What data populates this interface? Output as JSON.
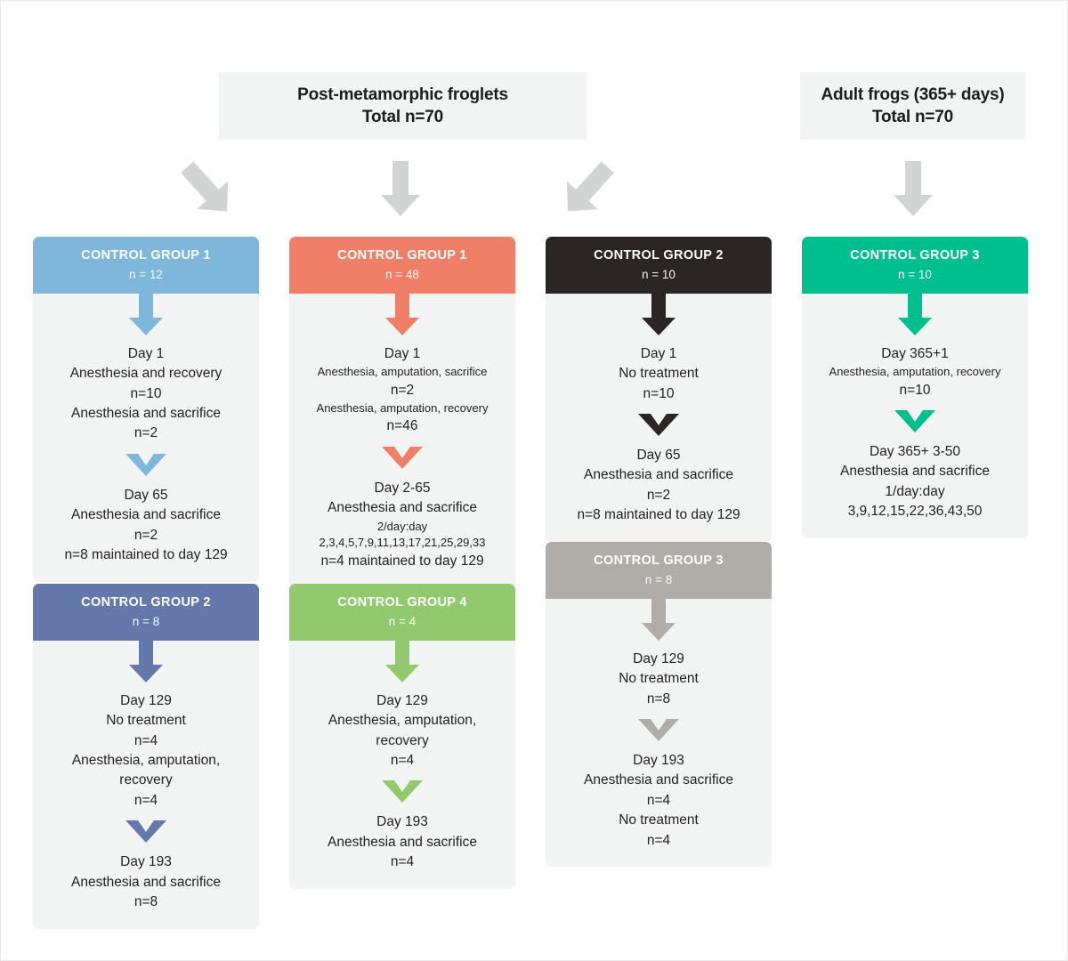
{
  "colors": {
    "page_bg": "#ffffff",
    "card_bg": "#f1f4f3",
    "text": "#231f20",
    "top_arrow": "#d2d4d3",
    "blue": "#7fb6dc",
    "salmon": "#ef7f67",
    "dark": "#2b2526",
    "teal": "#00bf8f",
    "purple": "#6578ac",
    "green": "#93c96e",
    "gray": "#b0aca7"
  },
  "banners": {
    "froglets": {
      "line1": "Post-metamorphic froglets",
      "line2": "Total n=70"
    },
    "adults": {
      "line1": "Adult frogs (365+ days)",
      "line2": "Total n=70"
    }
  },
  "top_arrows": [
    {
      "name": "arrow-to-control-group-1-blue",
      "direction": "down-left"
    },
    {
      "name": "arrow-to-control-group-1-salmon",
      "direction": "down"
    },
    {
      "name": "arrow-to-control-group-2-dark",
      "direction": "down-right"
    },
    {
      "name": "arrow-to-control-group-3-teal",
      "direction": "down"
    }
  ],
  "cards": {
    "cg1_blue": {
      "title": "CONTROL GROUP 1",
      "n": "n = 12",
      "color": "#7fb6dc",
      "steps": [
        [
          "Day 1",
          "Anesthesia and recovery",
          "n=10",
          "Anesthesia and sacrifice",
          "n=2"
        ],
        [
          "Day 65",
          "Anesthesia and sacrifice",
          "n=2",
          "n=8 maintained to day 129"
        ]
      ]
    },
    "cg1_salmon": {
      "title": "CONTROL GROUP 1",
      "n": "n = 48",
      "color": "#ef7f67",
      "steps": [
        [
          "Day 1",
          "Anesthesia, amputation, sacrifice",
          "n=2",
          "Anesthesia, amputation, recovery",
          "n=46"
        ],
        [
          "Day 2-65",
          "Anesthesia and sacrifice",
          "2/day:day",
          "2,3,4,5,7,9,11,13,17,21,25,29,33",
          "n=4 maintained to day 129"
        ]
      ]
    },
    "cg2_dark": {
      "title": "CONTROL GROUP 2",
      "n": "n = 10",
      "color": "#2b2526",
      "steps": [
        [
          "Day 1",
          "No treatment",
          "n=10"
        ],
        [
          "Day 65",
          "Anesthesia and sacrifice",
          "n=2",
          "n=8 maintained to day 129"
        ]
      ]
    },
    "cg3_teal": {
      "title": "CONTROL GROUP 3",
      "n": "n = 10",
      "color": "#00bf8f",
      "steps": [
        [
          "Day 365+1",
          "Anesthesia, amputation, recovery",
          "n=10"
        ],
        [
          "Day 365+ 3-50",
          "Anesthesia and sacrifice",
          "1/day:day",
          "3,9,12,15,22,36,43,50"
        ]
      ]
    },
    "cg2_purple": {
      "title": "CONTROL GROUP 2",
      "n": "n = 8",
      "color": "#6578ac",
      "steps": [
        [
          "Day 129",
          "No treatment",
          "n=4",
          "Anesthesia, amputation,",
          "recovery",
          "n=4"
        ],
        [
          "Day 193",
          "Anesthesia and sacrifice",
          "n=8"
        ]
      ]
    },
    "cg4_green": {
      "title": "CONTROL GROUP 4",
      "n": "n = 4",
      "color": "#93c96e",
      "steps": [
        [
          "Day 129",
          "Anesthesia, amputation,",
          "recovery",
          "n=4"
        ],
        [
          "Day 193",
          "Anesthesia and sacrifice",
          "n=4"
        ]
      ]
    },
    "cg3_gray": {
      "title": "CONTROL GROUP 3",
      "n": "n = 8",
      "color": "#b0aca7",
      "steps": [
        [
          "Day 129",
          "No treatment",
          "n=8"
        ],
        [
          "Day 193",
          "Anesthesia and sacrifice",
          "n=4",
          "No treatment",
          "n=4"
        ]
      ]
    }
  }
}
